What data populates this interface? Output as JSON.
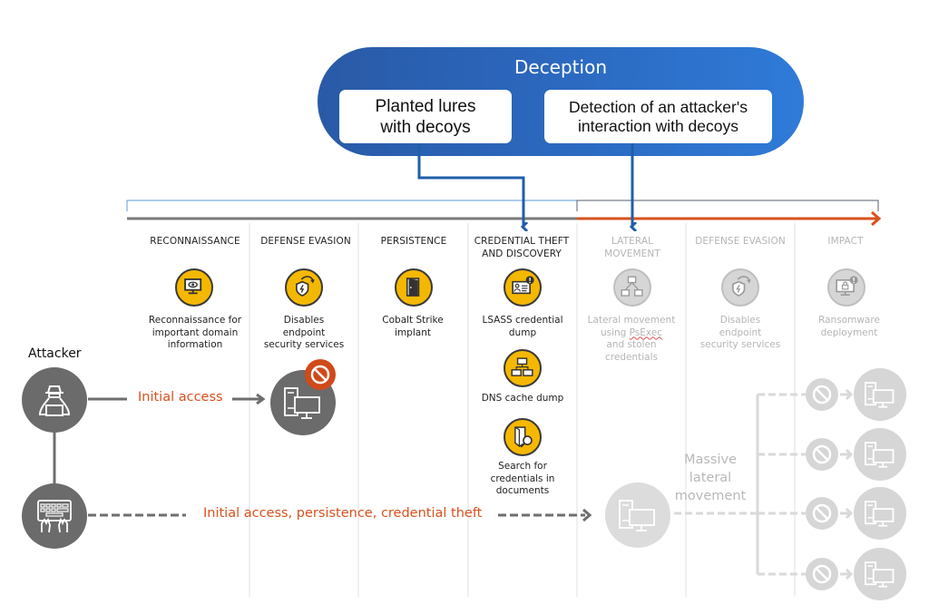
{
  "deception": {
    "title": "Deception",
    "boxes": [
      {
        "id": "lures",
        "line1": "Planted lures",
        "line2": "with decoys"
      },
      {
        "id": "detect",
        "line1": "Detection of an attacker's",
        "line2": "interaction with decoys"
      }
    ]
  },
  "colors": {
    "deception_blue": "#2b67bd",
    "arrow_blue": "#1f5ea8",
    "active_icon": "#f5b800",
    "attack_orange": "#d9501e",
    "timeline_gray": "#7a7a7a",
    "dim_gray": "#d6d6d6"
  },
  "stages": [
    {
      "heading": "RECONNAISSANCE",
      "active": true,
      "steps": [
        {
          "icon": "monitor-eye-icon",
          "label": [
            "Reconnaissance for",
            "important domain",
            "information"
          ]
        }
      ]
    },
    {
      "heading": "DEFENSE EVASION",
      "active": true,
      "steps": [
        {
          "icon": "shield-bypass-icon",
          "label": [
            "Disables",
            "endpoint",
            "security services"
          ]
        }
      ]
    },
    {
      "heading": "PERSISTENCE",
      "active": true,
      "steps": [
        {
          "icon": "open-door-icon",
          "label": [
            "Cobalt Strike",
            "implant"
          ]
        }
      ]
    },
    {
      "heading": "CREDENTIAL THEFT AND DISCOVERY",
      "heading_lines": [
        "CREDENTIAL THEFT",
        "AND DISCOVERY"
      ],
      "active": true,
      "steps": [
        {
          "icon": "id-card-alert-icon",
          "label": [
            "LSASS credential",
            "dump"
          ]
        },
        {
          "icon": "network-hierarchy-icon",
          "label": [
            "DNS cache dump"
          ]
        },
        {
          "icon": "document-search-icon",
          "label": [
            "Search for",
            "credentials in",
            "documents"
          ]
        }
      ]
    },
    {
      "heading": "LATERAL MOVEMENT",
      "heading_lines": [
        "LATERAL",
        "MOVEMENT"
      ],
      "active": false,
      "steps": [
        {
          "icon": "network-lateral-icon",
          "label": [
            "Lateral movement",
            "using PsExec",
            "and stolen",
            "credentials"
          ]
        }
      ]
    },
    {
      "heading": "DEFENSE EVASION",
      "active": false,
      "steps": [
        {
          "icon": "shield-bypass-icon",
          "label": [
            "Disables",
            "endpoint",
            "security services"
          ]
        }
      ]
    },
    {
      "heading": "IMPACT",
      "active": false,
      "steps": [
        {
          "icon": "locked-monitor-alert-icon",
          "label": [
            "Ransomware",
            "deployment"
          ]
        }
      ]
    }
  ],
  "attacker": {
    "label": "Attacker",
    "path1_label": "Initial access",
    "path2_label": "Initial access, persistence, credential theft",
    "massive_label": [
      "Massive",
      "lateral",
      "movement"
    ],
    "blocked_targets": 4
  }
}
